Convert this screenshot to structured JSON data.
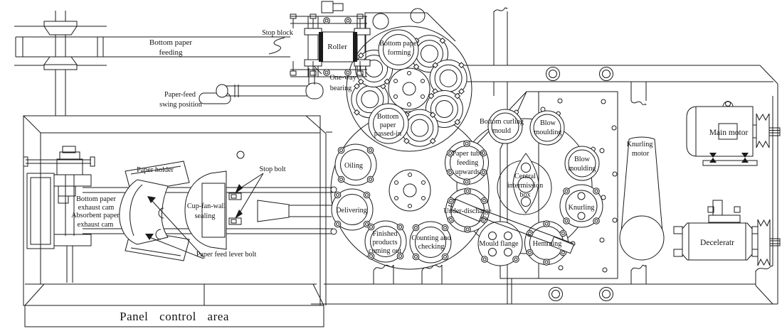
{
  "colors": {
    "ink": "#1a1a1a",
    "paper": "#ffffff"
  },
  "labels": {
    "bottom_paper_feeding": [
      "Bottom paper",
      "feeding"
    ],
    "stop_block": "Stop block",
    "roller": "Roller",
    "one_way_bearing": [
      "One-way",
      "bearing"
    ],
    "paper_feed_swing_position": [
      "Paper-feed",
      "swing position"
    ],
    "bottom_paper_forming": [
      "Bottom paper",
      "forming"
    ],
    "bottom_paper_passed_in": [
      "Bottom",
      "paper",
      "passed-in"
    ],
    "oiling": "Oiling",
    "delivering": "Delivering",
    "finished_products": [
      "Finished",
      "products",
      "coming out"
    ],
    "counting_checking": [
      "Counting and",
      "checking"
    ],
    "bottom_curling_mould": [
      "Bottom curling",
      "mould"
    ],
    "blow_moulding_a": [
      "Blow",
      "moulding"
    ],
    "blow_moulding_b": [
      "Blow",
      "moulding"
    ],
    "paper_tube_feeding": [
      "Paper tube",
      "feeding",
      "upwards"
    ],
    "central_intermission_box": [
      "Central",
      "intermission",
      "box"
    ],
    "under_discharge": "Under-discharge",
    "mould_flange": "Mould flange",
    "hemming": "Hemming",
    "knurling": "Knurling",
    "knurling_motor": [
      "Knurling",
      "motor"
    ],
    "main_motor": "Main motor",
    "deceleratr": "Deceleratr",
    "paper_holder": "Paper holder",
    "bottom_paper_exhaust_cam": [
      "Bottom paper",
      "exhaust cam"
    ],
    "absorbent_paper_exhaust_cam": [
      "Absorbent paper",
      "exhaust cam"
    ],
    "cup_fan_wall_sealing": [
      "Cup-fan-wall",
      "sealing"
    ],
    "stop_bolt": "Stop bolt",
    "paper_feed_lever_bolt": "Paper feed lever bolt",
    "panel_control_area": "Panel  control  area"
  }
}
